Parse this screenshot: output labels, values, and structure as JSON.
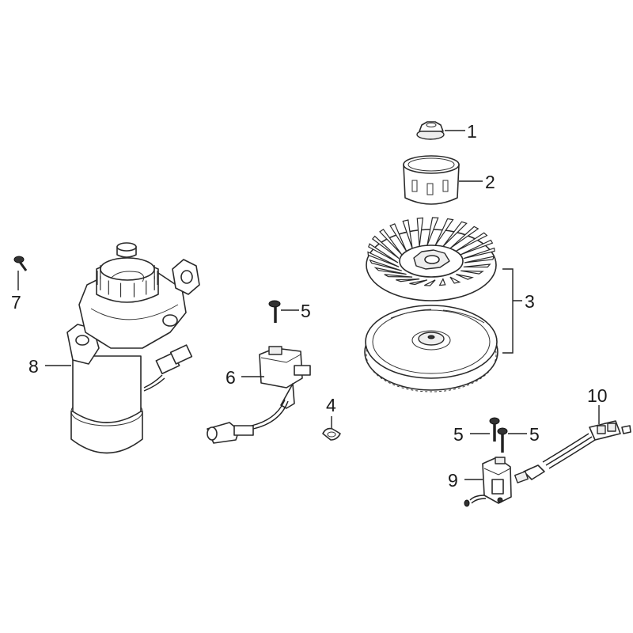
{
  "callouts": {
    "c1": "1",
    "c2": "2",
    "c3": "3",
    "c4": "4",
    "c5a": "5",
    "c5b": "5",
    "c5c": "5",
    "c6": "6",
    "c7": "7",
    "c8": "8",
    "c9": "9",
    "c10": "10"
  },
  "colors": {
    "line": "#2a2a2a",
    "background": "#ffffff"
  }
}
